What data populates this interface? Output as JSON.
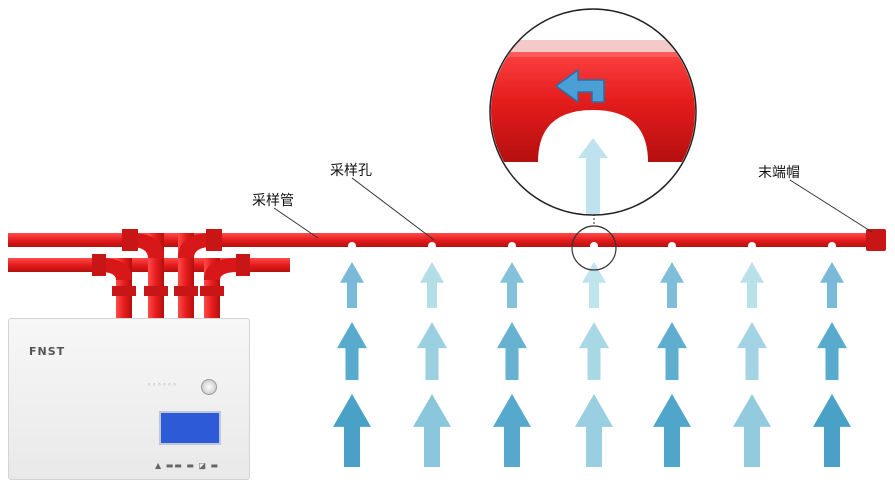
{
  "labels": {
    "sampling_pipe": "采样管",
    "sampling_hole": "采样孔",
    "end_cap": "末端帽"
  },
  "device": {
    "brand": "FNST",
    "panel_text": "◦◦◦◦◦◦",
    "foot_text": "▲ ▬▬ ▬ ◪ ▬"
  },
  "colors": {
    "pipe": "#e51c1c",
    "pipe_dark": "#b50f0f",
    "arrow_light": "#c9ecef",
    "arrow_dark": "#3e9bc4",
    "lcd": "#2d5bd8"
  },
  "icons": {
    "zoom_arrow": "return-arrow-icon"
  }
}
